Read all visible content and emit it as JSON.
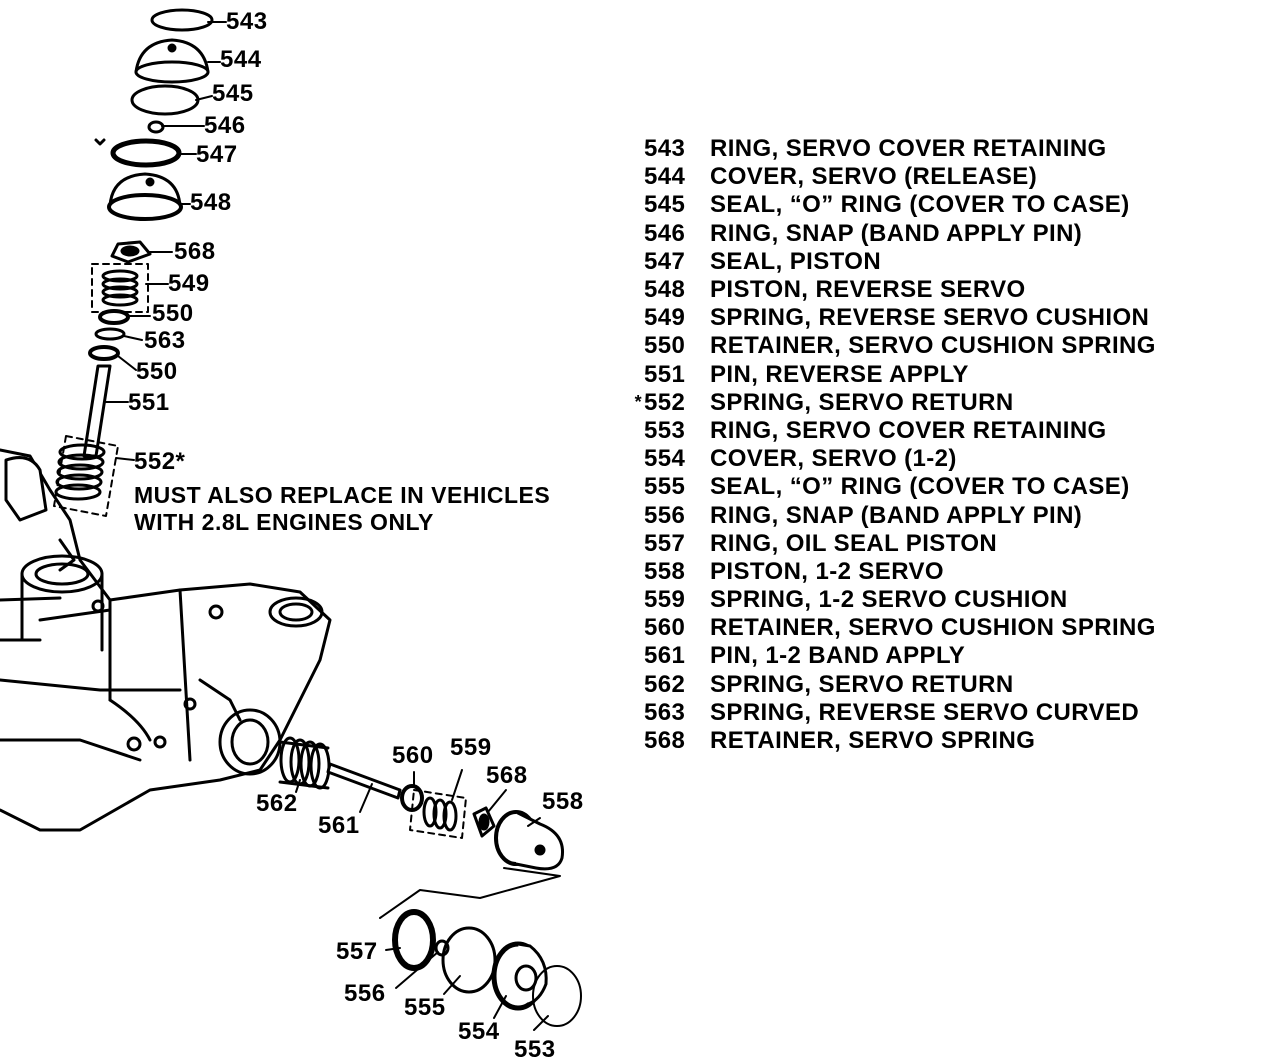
{
  "callouts": [
    {
      "id": "c543",
      "text": "543"
    },
    {
      "id": "c544",
      "text": "544"
    },
    {
      "id": "c545",
      "text": "545"
    },
    {
      "id": "c546",
      "text": "546"
    },
    {
      "id": "c547",
      "text": "547"
    },
    {
      "id": "c548",
      "text": "548"
    },
    {
      "id": "c568a",
      "text": "568"
    },
    {
      "id": "c549",
      "text": "549"
    },
    {
      "id": "c550a",
      "text": "550"
    },
    {
      "id": "c563",
      "text": "563"
    },
    {
      "id": "c550b",
      "text": "550"
    },
    {
      "id": "c551",
      "text": "551"
    },
    {
      "id": "c552",
      "text": "552*"
    },
    {
      "id": "c560",
      "text": "560"
    },
    {
      "id": "c559",
      "text": "559"
    },
    {
      "id": "c568b",
      "text": "568"
    },
    {
      "id": "c558",
      "text": "558"
    },
    {
      "id": "c562",
      "text": "562"
    },
    {
      "id": "c561",
      "text": "561"
    },
    {
      "id": "c557",
      "text": "557"
    },
    {
      "id": "c556",
      "text": "556"
    },
    {
      "id": "c555",
      "text": "555"
    },
    {
      "id": "c554",
      "text": "554"
    },
    {
      "id": "c553",
      "text": "553"
    }
  ],
  "note": {
    "line1": "MUST ALSO REPLACE IN VEHICLES",
    "line2": "WITH 2.8L ENGINES ONLY"
  },
  "legend": [
    {
      "num": "543",
      "desc": "RING, SERVO COVER RETAINING",
      "star": ""
    },
    {
      "num": "544",
      "desc": "COVER, SERVO (RELEASE)",
      "star": ""
    },
    {
      "num": "545",
      "desc": "SEAL, “O” RING (COVER TO CASE)",
      "star": ""
    },
    {
      "num": "546",
      "desc": "RING, SNAP (BAND APPLY PIN)",
      "star": ""
    },
    {
      "num": "547",
      "desc": "SEAL, PISTON",
      "star": ""
    },
    {
      "num": "548",
      "desc": "PISTON, REVERSE SERVO",
      "star": ""
    },
    {
      "num": "549",
      "desc": "SPRING, REVERSE SERVO CUSHION",
      "star": ""
    },
    {
      "num": "550",
      "desc": "RETAINER, SERVO CUSHION SPRING",
      "star": ""
    },
    {
      "num": "551",
      "desc": "PIN, REVERSE APPLY",
      "star": ""
    },
    {
      "num": "552",
      "desc": "SPRING, SERVO RETURN",
      "star": "*"
    },
    {
      "num": "553",
      "desc": "RING, SERVO COVER RETAINING",
      "star": ""
    },
    {
      "num": "554",
      "desc": "COVER, SERVO (1-2)",
      "star": ""
    },
    {
      "num": "555",
      "desc": "SEAL, “O” RING (COVER TO CASE)",
      "star": ""
    },
    {
      "num": "556",
      "desc": "RING, SNAP (BAND APPLY PIN)",
      "star": ""
    },
    {
      "num": "557",
      "desc": "RING, OIL SEAL PISTON",
      "star": ""
    },
    {
      "num": "558",
      "desc": "PISTON, 1-2 SERVO",
      "star": ""
    },
    {
      "num": "559",
      "desc": "SPRING, 1-2 SERVO CUSHION",
      "star": ""
    },
    {
      "num": "560",
      "desc": "RETAINER, SERVO CUSHION SPRING",
      "star": ""
    },
    {
      "num": "561",
      "desc": "PIN, 1-2 BAND APPLY",
      "star": ""
    },
    {
      "num": "562",
      "desc": "SPRING, SERVO RETURN",
      "star": ""
    },
    {
      "num": "563",
      "desc": "SPRING, REVERSE SERVO CURVED",
      "star": ""
    },
    {
      "num": "568",
      "desc": "RETAINER, SERVO SPRING",
      "star": ""
    }
  ],
  "colors": {
    "ink": "#000000",
    "paper": "#ffffff"
  }
}
